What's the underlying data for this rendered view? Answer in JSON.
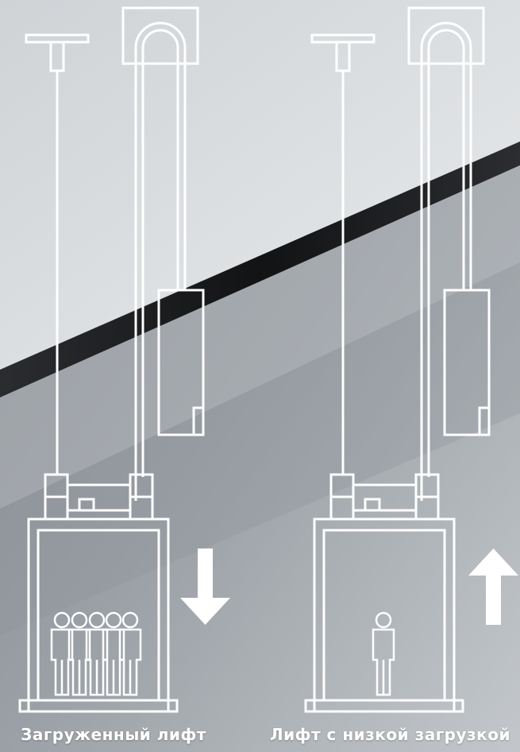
{
  "captions": {
    "loaded": "Загруженный лифт",
    "light": "Лифт с низкой загрузкой"
  },
  "icons": {
    "down": "arrow-down-icon",
    "up": "arrow-up-icon",
    "person": "person-icon"
  },
  "colors": {
    "line": "#ffffff",
    "background_light": "#d9dde0",
    "background_dark": "#1b1d1f"
  },
  "passengers": {
    "loaded": 5,
    "light": 1
  }
}
